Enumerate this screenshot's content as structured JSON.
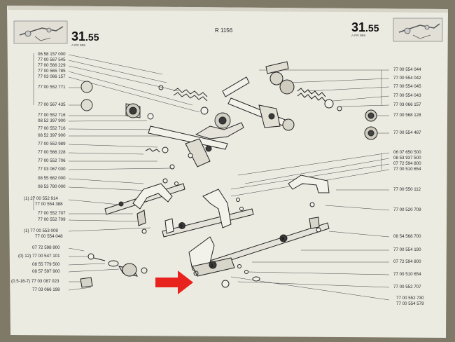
{
  "header": {
    "section_left": "31",
    "section_left_sub": ".55",
    "section_right": "31",
    "section_right_sub": ".55",
    "drawing_ref": "R 1156",
    "small_note_left": "A      FR 995",
    "small_note_right": "A      FR 995"
  },
  "left_parts": [
    "06 58 157 000",
    "77 00 567 545",
    "77 00 566 229",
    "77 00 565 785",
    "77 03 066 157",
    "77 00 552 771",
    "77 00 567 435",
    "77 00 552 716",
    "08 52 397 900",
    "77 00 552 716",
    "08 52 397 900",
    "77 00 552 989",
    "77 00 566 228",
    "77 00 552 706",
    "77 03 067 030",
    "08 55 662 000",
    "08 53 780 000",
    "(1) 27 00 552 914",
    "77 00 554 388",
    "77 00 552 707",
    "77 00 552 709",
    "(1) 77 00 553 009",
    "77 00 554 048",
    "07 72 598 900",
    "(0) 12) 77 00 547 101",
    "08 55 779 500",
    "08 57 597 900",
    "(0.5-16-7) 77 03 087 023",
    "77 03 066 198"
  ],
  "right_parts": [
    "77 00 554 044",
    "77 00 554 042",
    "77 00 554 045",
    "77 00 554 043",
    "77 03 066 157",
    "77 00 568 128",
    "77 00 554 487",
    "06 07 650 500",
    "08 53 937 500",
    "07 72 594 800",
    "77 00 510 654",
    "77 00 550 112",
    "77 00 520 709",
    "08 54 568 700",
    "77 00 554 190",
    "07 72 594 800",
    "77 00 510 654",
    "77 00 552 707",
    "77 00 552 730",
    "77 00 554 579"
  ],
  "annotations": {
    "red_arrow_color": "#e8231e",
    "paper_color": "#ecebe3",
    "line_color": "#3a3a3a"
  }
}
